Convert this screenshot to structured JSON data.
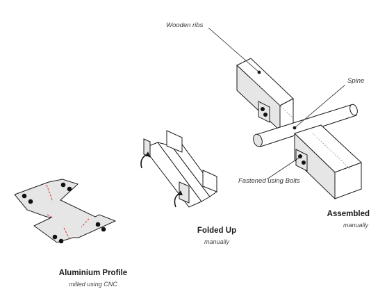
{
  "stages": {
    "profile": {
      "title": "Aluminium Profile",
      "subtitle": "milled using CNC"
    },
    "folded": {
      "title": "Folded Up",
      "subtitle": "manually"
    },
    "assembled": {
      "title": "Assembled",
      "subtitle": "manually"
    }
  },
  "annotations": {
    "ribs": "Wooden ribs",
    "spine": "Spine",
    "bolts": "Fastened using Bolts"
  },
  "colors": {
    "stroke": "#1a1a1a",
    "face_light": "#ffffff",
    "face_shade": "#e6e6e6",
    "face_dark": "#d2d2d2",
    "fold_line": "#d9342b",
    "bolt": "#111111"
  }
}
